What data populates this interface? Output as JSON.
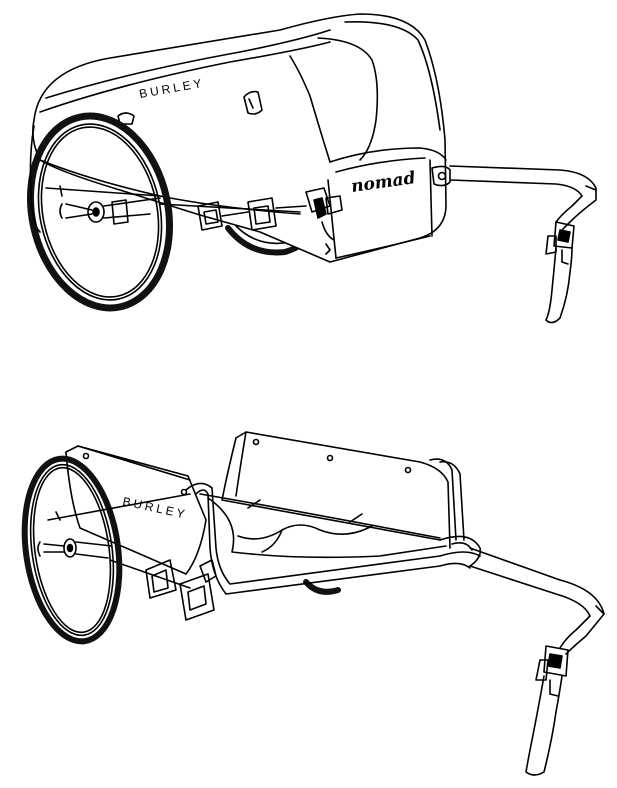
{
  "figure": {
    "covered_trailer": {
      "brand_label": "BURLEY",
      "model_label": "nomad"
    },
    "open_trailer": {
      "brand_label": "BURLEY"
    }
  },
  "colors": {
    "line": "#000000",
    "background": "#ffffff",
    "tire": "#111111"
  }
}
